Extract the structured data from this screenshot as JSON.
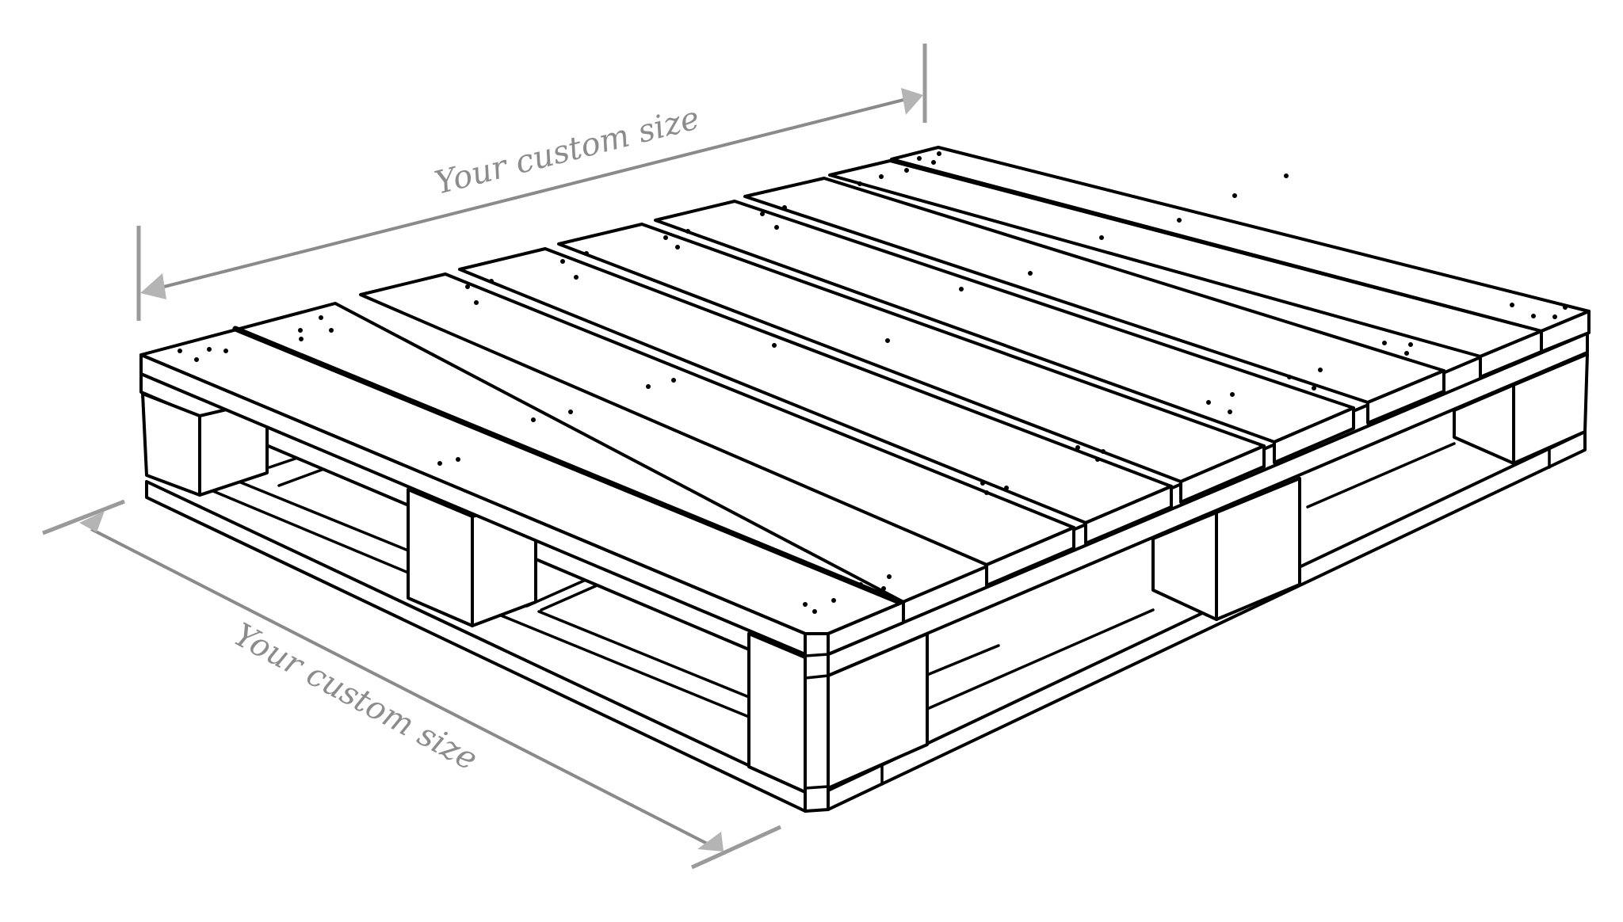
{
  "figure": {
    "type": "isometric line drawing",
    "subject": "wooden pallet",
    "background_color": "#ffffff",
    "line_color": "#000000",
    "dimension_color": "#8c8c8c"
  },
  "dimensions": {
    "width": {
      "label": "Your custom size",
      "orientation": "top-back edge"
    },
    "length": {
      "label": "Your custom size",
      "orientation": "left-front edge"
    }
  },
  "pallet": {
    "top_deck_boards": 8,
    "bottom_stringers": 3,
    "blocks_per_row": 3
  }
}
